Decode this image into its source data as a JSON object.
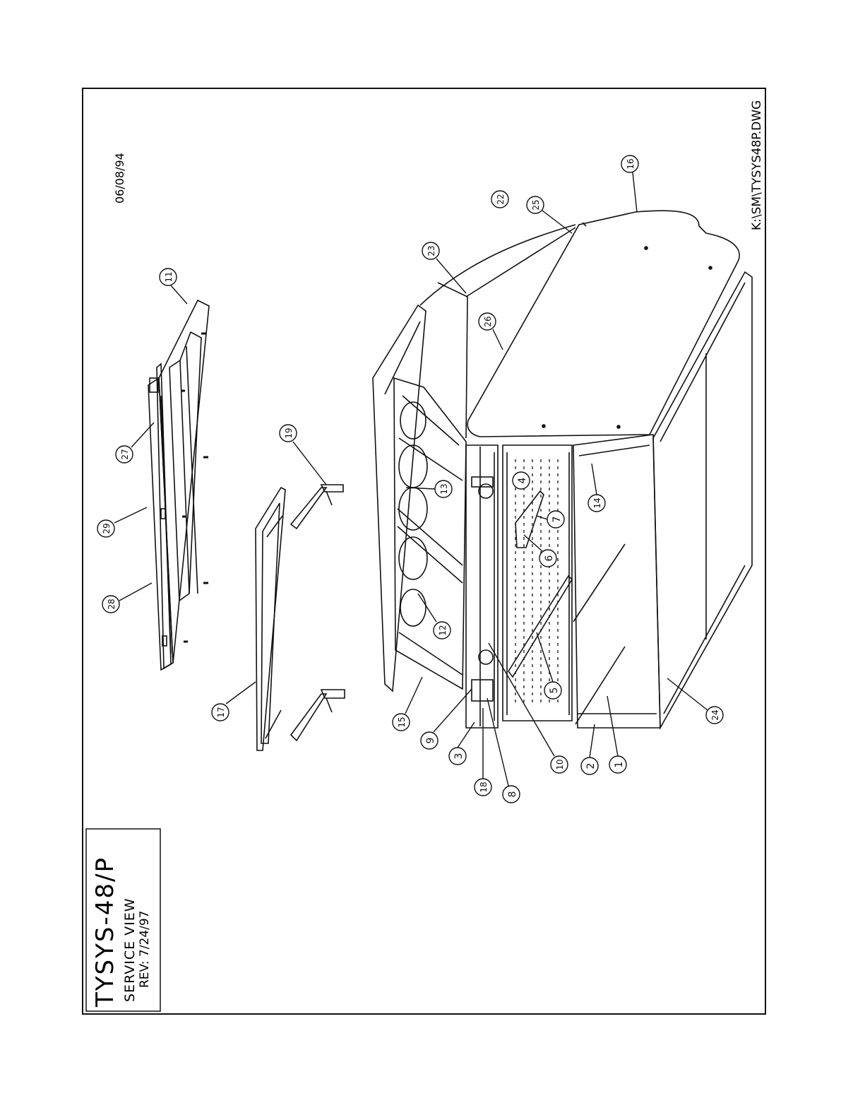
{
  "drawing": {
    "title": "TYSYS-48/P",
    "subtitle": "SERVICE VIEW",
    "revision": "REV: 7/24/97",
    "date": "06/08/94",
    "file_path": "K:\\SM\\TYSYS48P.DWG"
  },
  "callouts": [
    {
      "label": "1"
    },
    {
      "label": "2"
    },
    {
      "label": "3"
    },
    {
      "label": "4"
    },
    {
      "label": "5"
    },
    {
      "label": "6"
    },
    {
      "label": "7"
    },
    {
      "label": "8"
    },
    {
      "label": "9"
    },
    {
      "label": "10"
    },
    {
      "label": "11"
    },
    {
      "label": "12"
    },
    {
      "label": "13"
    },
    {
      "label": "14"
    },
    {
      "label": "15"
    },
    {
      "label": "16"
    },
    {
      "label": "17"
    },
    {
      "label": "18"
    },
    {
      "label": "19"
    },
    {
      "label": "22"
    },
    {
      "label": "23"
    },
    {
      "label": "24"
    },
    {
      "label": "25"
    },
    {
      "label": "26"
    },
    {
      "label": "27"
    },
    {
      "label": "28"
    },
    {
      "label": "29"
    }
  ]
}
